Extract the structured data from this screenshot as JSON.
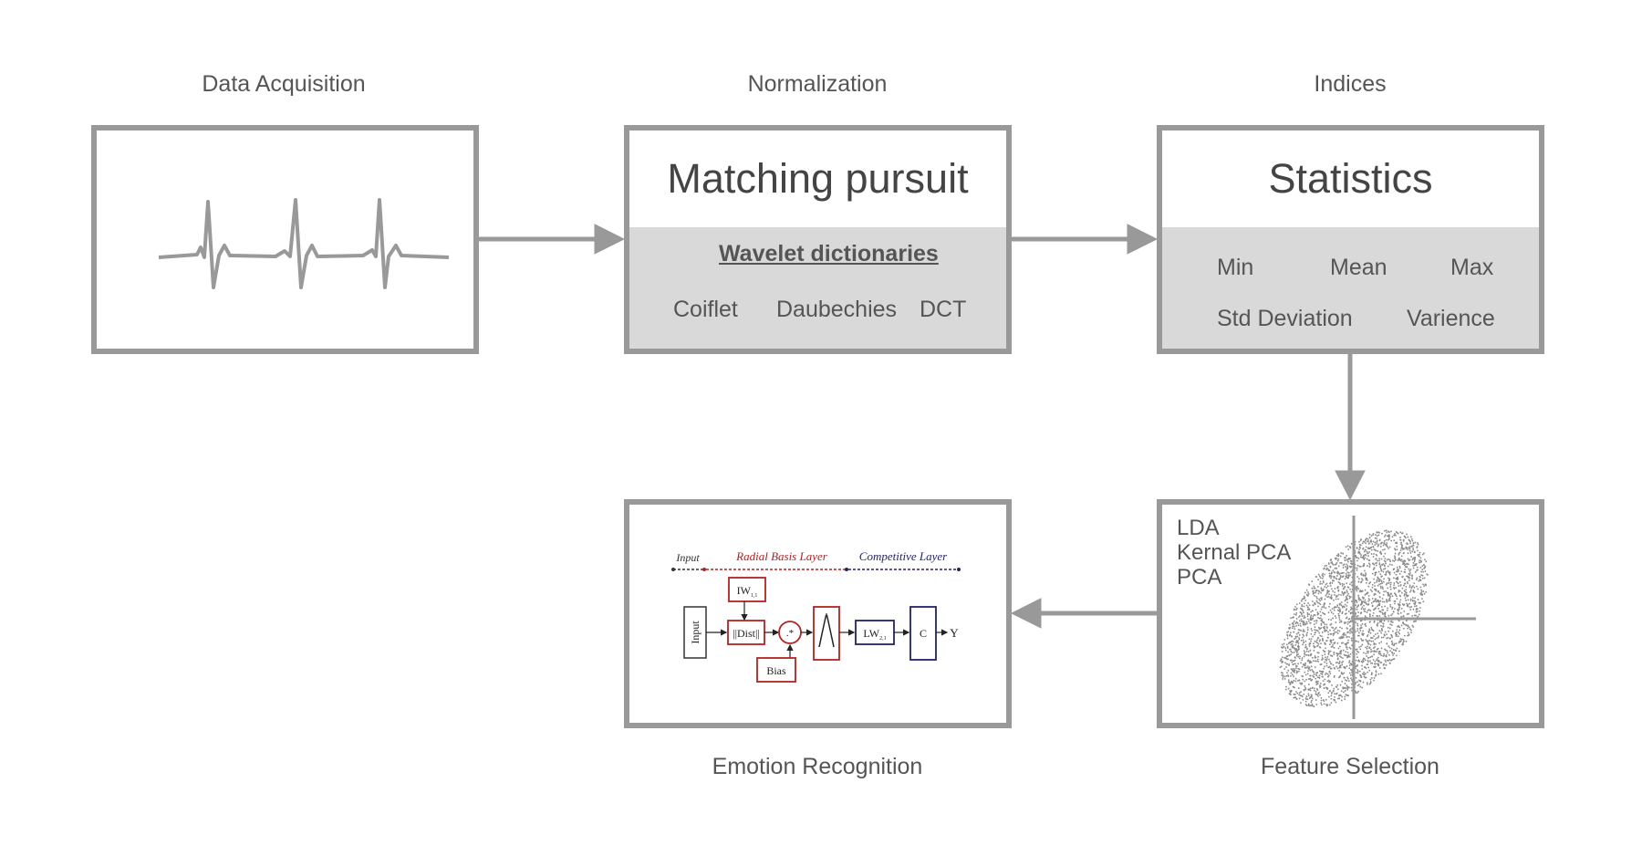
{
  "stages": {
    "acquisition": {
      "label": "Data Acquisition"
    },
    "normalization": {
      "label": "Normalization",
      "title": "Matching pursuit",
      "subtitle": "Wavelet dictionaries",
      "items": [
        "Coiflet",
        "Daubechies",
        "DCT"
      ]
    },
    "indices": {
      "label": "Indices",
      "title": "Statistics",
      "items": [
        "Min",
        "Mean",
        "Max",
        "Std Deviation",
        "Varience"
      ]
    },
    "feature_selection": {
      "label": "Feature Selection",
      "methods": [
        "LDA",
        "Kernal PCA",
        "PCA"
      ]
    },
    "emotion_recognition": {
      "label": "Emotion Recognition",
      "network": {
        "layer_labels": [
          "Input",
          "Radial Basis Layer",
          "Competitive Layer"
        ],
        "blocks": [
          "Input",
          "IW1,1",
          "||Dist||",
          ".*",
          "Bias",
          "LW2,1",
          "C"
        ],
        "output": "Y"
      }
    }
  },
  "colors": {
    "border": "#999999",
    "panel": "#d9d9d9",
    "text": "#555555",
    "rbf_red": "#b22222",
    "competitive_navy": "#22226a"
  }
}
